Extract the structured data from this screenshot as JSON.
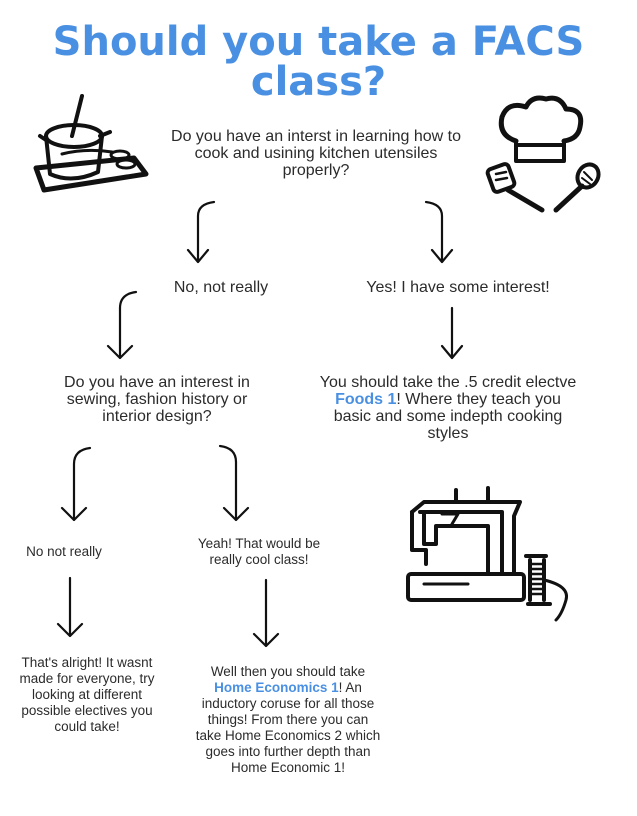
{
  "title_line1": "Should you take a FACS",
  "title_line2": "class?",
  "q1": "Do you have an interst in learning how to cook and usining kitchen utensiles properly?",
  "a_no": "No, not really",
  "a_yes": "Yes! I have some interest!",
  "foods": {
    "before": "You should take the .5 credit electve ",
    "course": "Foods 1",
    "after": "! Where they teach you basic and some indepth cooking styles"
  },
  "q2": "Do you have an interest in sewing, fashion history or interior design?",
  "b_no": "No not really",
  "b_yes": "Yeah! That would be really cool class!",
  "alright": "That's alright! It wasnt made for everyone, try looking at different possible electives you could take!",
  "homeec": {
    "before": "Well then you should take ",
    "course": "Home Economics 1",
    "after": "! An inductory coruse for all those things! From there you can take Home Economics 2 which goes into further depth than Home Economic 1!"
  },
  "icons": [
    "cooking-pot-icon",
    "chef-hat-icon",
    "kitchen-utensils-icon",
    "sewing-machine-icon",
    "thread-spool-icon"
  ],
  "colors": {
    "accent": "#4a90e2",
    "ink": "#111111"
  }
}
